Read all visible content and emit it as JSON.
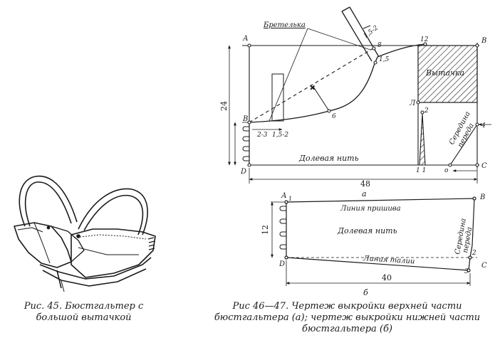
{
  "figure45": {
    "caption": "Рис. 45. Бюстгальтер с большой вытачкой"
  },
  "figure46_47": {
    "caption": "Рис 46—47. Чертеж выкройки верхней части бюстгальтера (а); чертеж выкройки нижней части бюстгальтера (б)"
  },
  "pattern_a": {
    "labels": {
      "bretelka": "Бретелька",
      "vytachka": "Вытачка",
      "seredina": "Середина",
      "pereda": "переда",
      "dolevaya": "Долевая нить",
      "dim_24": "24",
      "dim_48": "48",
      "dim_15_2": "1,5-2",
      "dim_2_3": "2-3",
      "dim_15_2b": "1,5-2",
      "pt_A": "А",
      "pt_B": "В",
      "pt_B2": "В",
      "pt_C": "С",
      "pt_D": "D",
      "pt_L": "Л",
      "pt_8": "8",
      "pt_15": "1,5",
      "pt_12": "12",
      "pt_6": "6",
      "pt_2": "2",
      "pt_4": "4",
      "pt_11": "1 1",
      "pt_o": "о",
      "sub": "а"
    }
  },
  "pattern_b": {
    "labels": {
      "linia_prishiva": "Линия пришива",
      "dolevaya": "Долевая нить",
      "linia_talii": "Линия талии",
      "seredina": "Середина",
      "pereda": "переда",
      "dim_12": "12",
      "dim_40": "40",
      "pt_A": "А",
      "pt_B": "В",
      "pt_C": "С",
      "pt_D": "D",
      "pt_1": "1",
      "pt_2": "2",
      "pt_3": "3",
      "sub": "б"
    }
  }
}
